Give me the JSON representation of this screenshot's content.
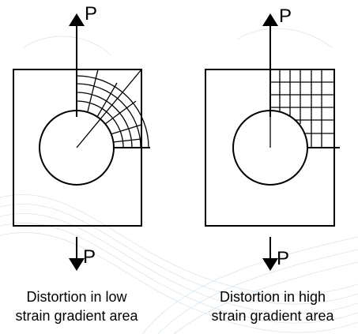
{
  "load_label": "P",
  "left_panel": {
    "caption_line1": "Distortion in low",
    "caption_line2": "strain gradient area"
  },
  "right_panel": {
    "caption_line1": "Distortion in high",
    "caption_line2": "strain gradient area"
  },
  "colors": {
    "line": "#000000",
    "watermark": "#c9dbe8"
  }
}
